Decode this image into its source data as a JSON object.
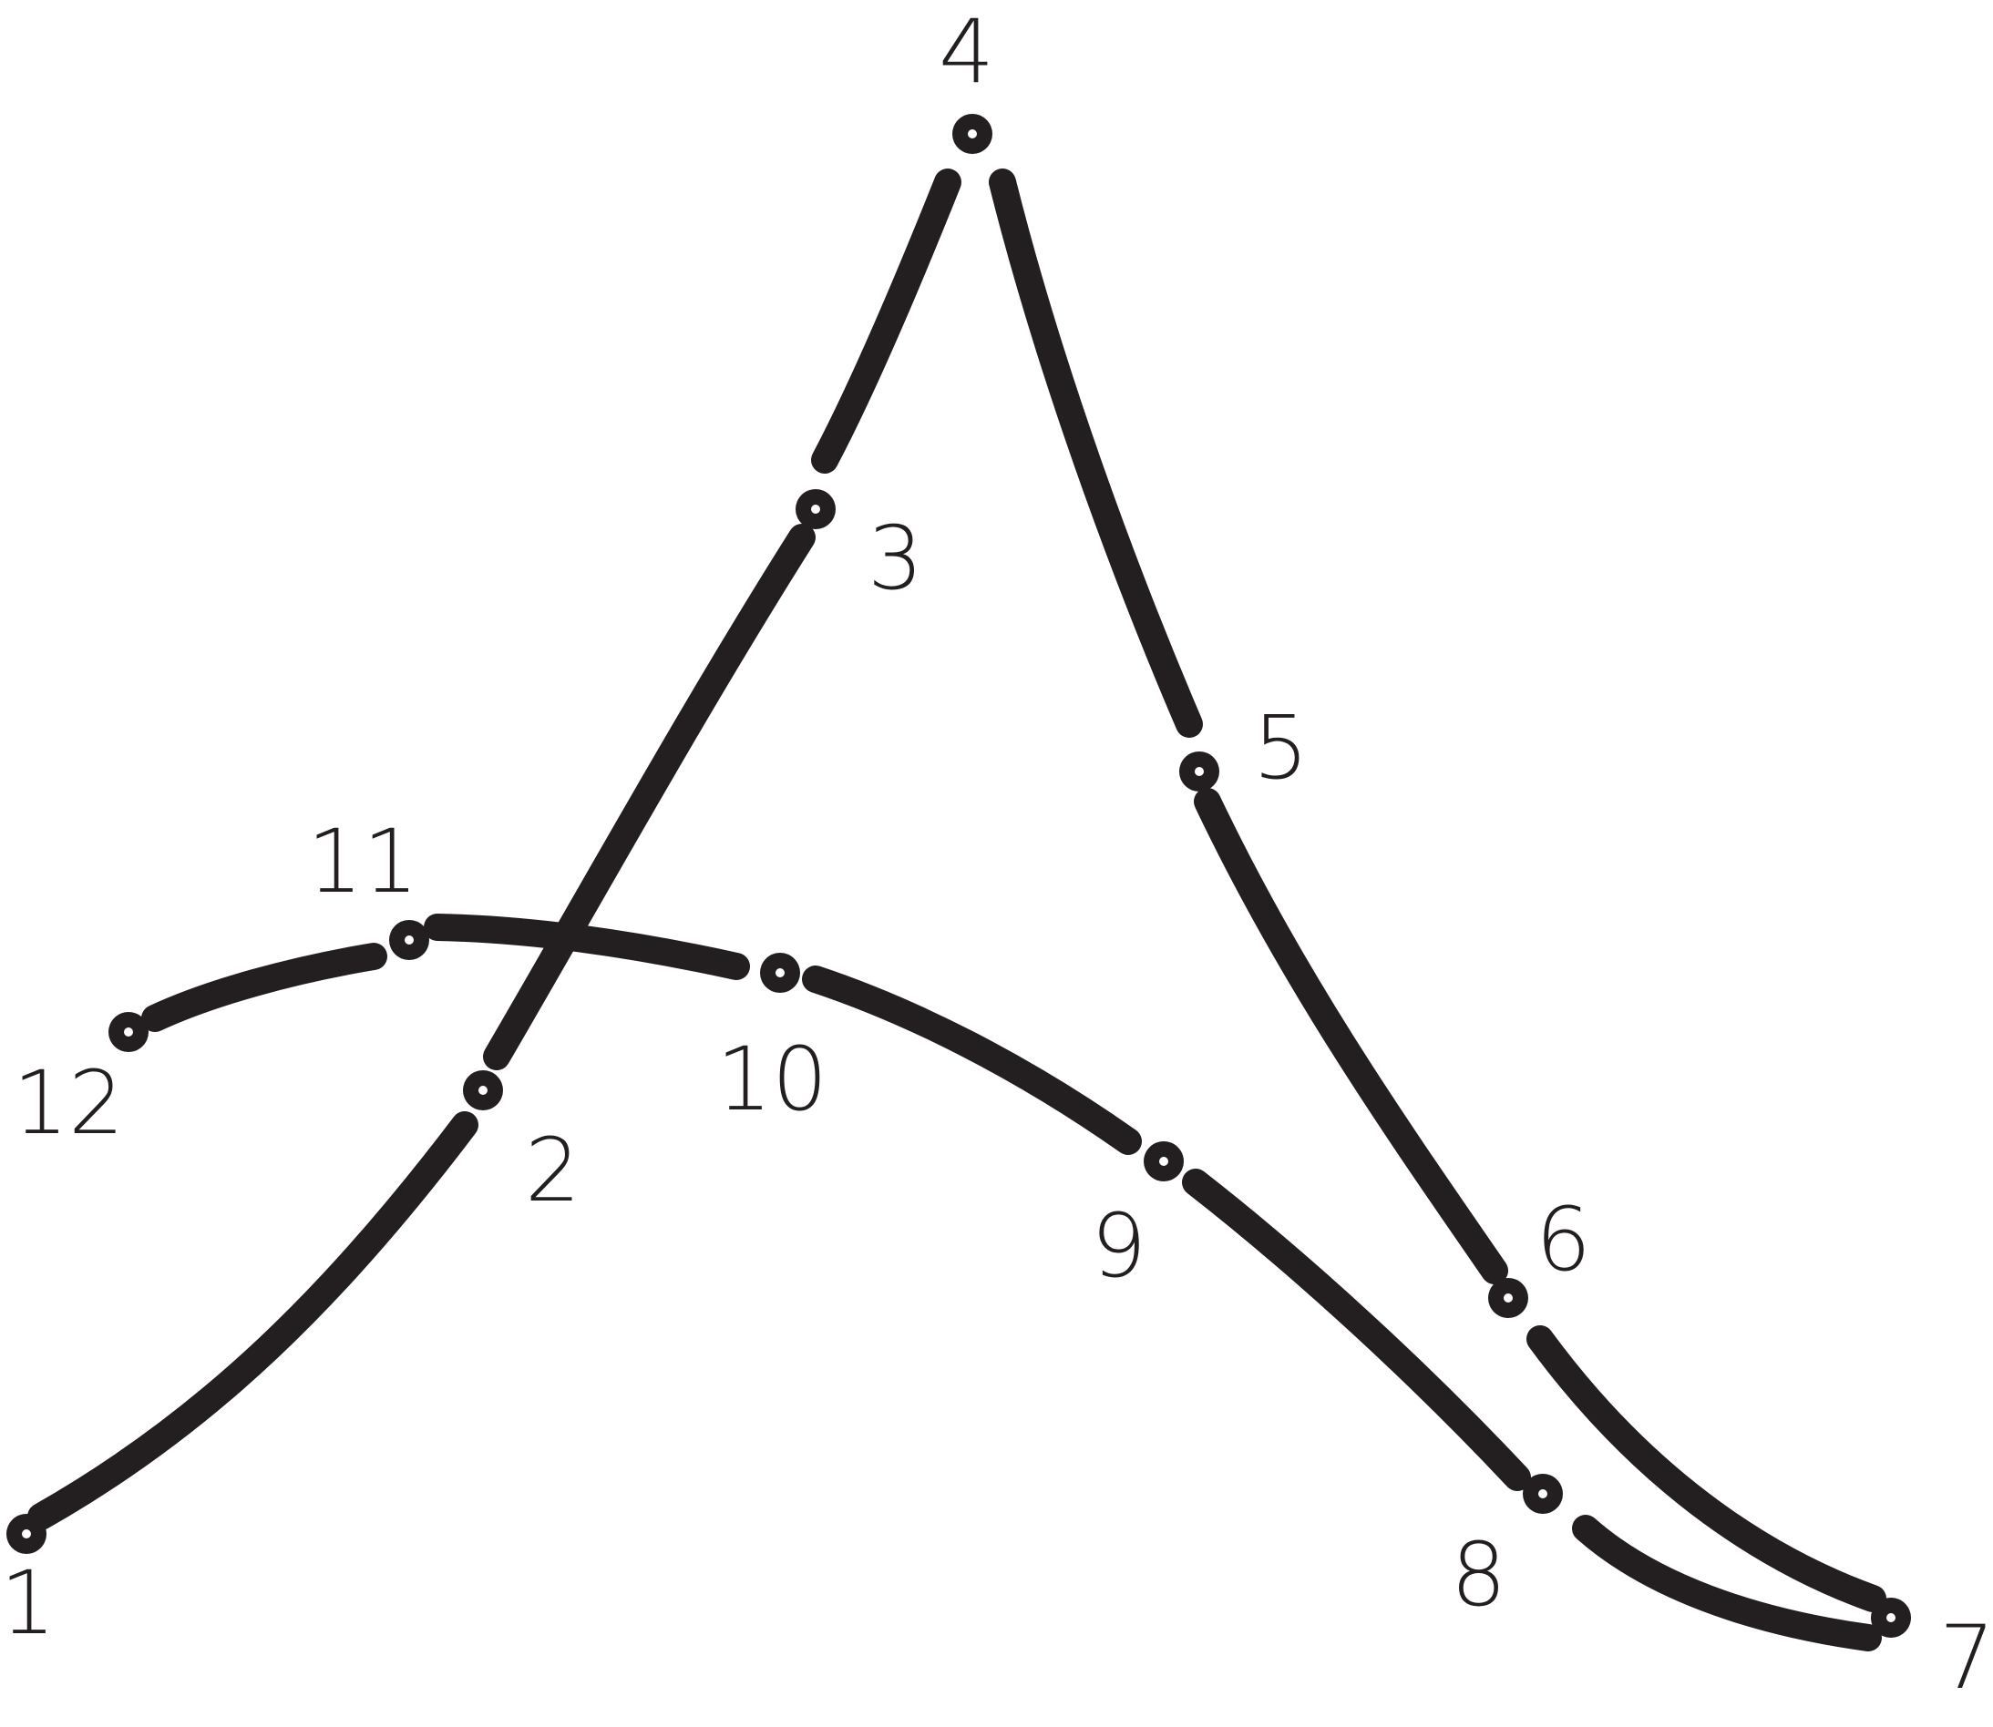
{
  "puzzle": {
    "colors": {
      "ink": "#231f20",
      "paper": "#ffffff"
    },
    "dots": [
      {
        "label": "1"
      },
      {
        "label": "2"
      },
      {
        "label": "3"
      },
      {
        "label": "4"
      },
      {
        "label": "5"
      },
      {
        "label": "6"
      },
      {
        "label": "7"
      },
      {
        "label": "8"
      },
      {
        "label": "9"
      },
      {
        "label": "10"
      },
      {
        "label": "11"
      },
      {
        "label": "12"
      }
    ]
  }
}
